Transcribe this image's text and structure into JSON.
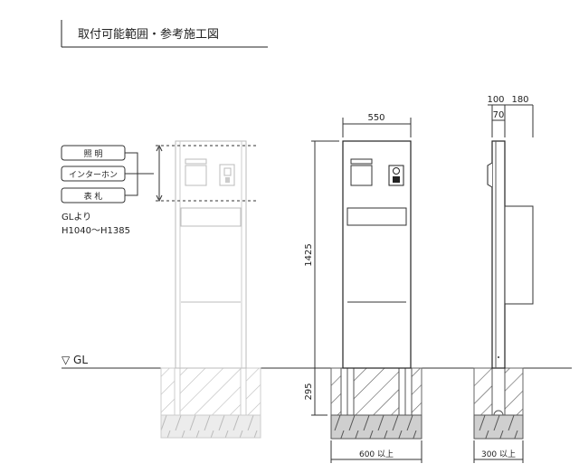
{
  "title": "取付可能範囲・参考施工図",
  "labels": {
    "lighting": "照 明",
    "intercom": "インターホン",
    "nameplate": "表 札",
    "gl_from": "GLより",
    "height_range": "H1040〜H1385",
    "gl": "▽ GL"
  },
  "dimensions": {
    "width": "550",
    "height": "1425",
    "depth": "295",
    "side_100": "100",
    "side_180": "180",
    "side_70": "70",
    "base_front": "600 以上",
    "base_side": "300 以上"
  },
  "colors": {
    "line": "#333333",
    "faded": "#bdbdbd",
    "gravel": "#cfcfcf"
  }
}
